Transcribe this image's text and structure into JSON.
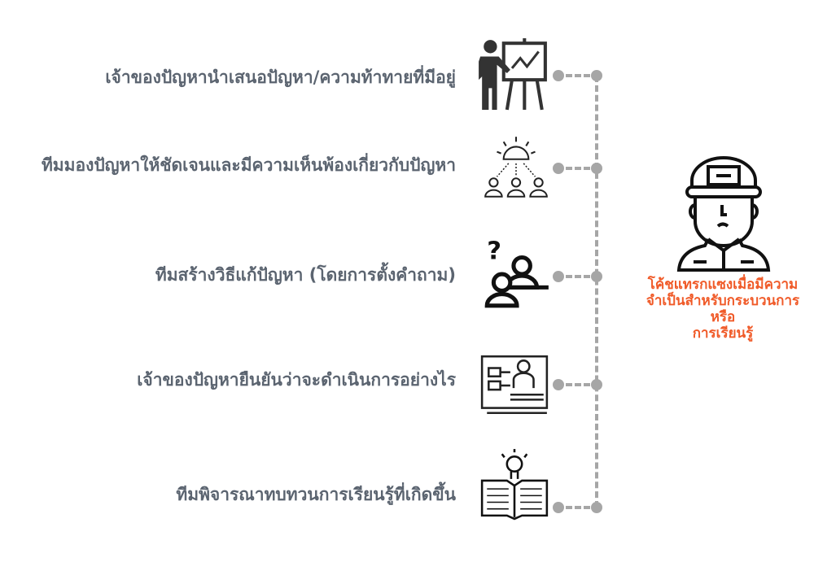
{
  "steps": [
    {
      "text": "เจ้าของปัญหานำเสนอปัญหา/ความท้าทายที่มีอยู่",
      "icon": "presentation-icon"
    },
    {
      "text": "ทีมมองปัญหาให้ชัดเจนและมีความเห็นพ้องเกี่ยวกับปัญหา",
      "icon": "team-idea-icon"
    },
    {
      "text": "ทีมสร้างวิธีแก้ปัญหา (โดยการตั้งคำถาม)",
      "icon": "question-people-icon"
    },
    {
      "text": "เจ้าของปัญหายืนยันว่าจะดำเนินการอย่างไร",
      "icon": "profile-document-icon"
    },
    {
      "text": "ทีมพิจารณาทบทวนการเรียนรู้ที่เกิดขึ้น",
      "icon": "book-lightbulb-icon"
    }
  ],
  "coach": {
    "icon": "coach-icon",
    "lines": [
      "โค้ชแทรกแซงเมื่อมีความ",
      "จำเป็นสำหรับกระบวนการ",
      "หรือ",
      "การเรียนรู้"
    ]
  },
  "colors": {
    "text": "#5b6470",
    "accent": "#f05a28",
    "connector": "#a6a6a6"
  }
}
